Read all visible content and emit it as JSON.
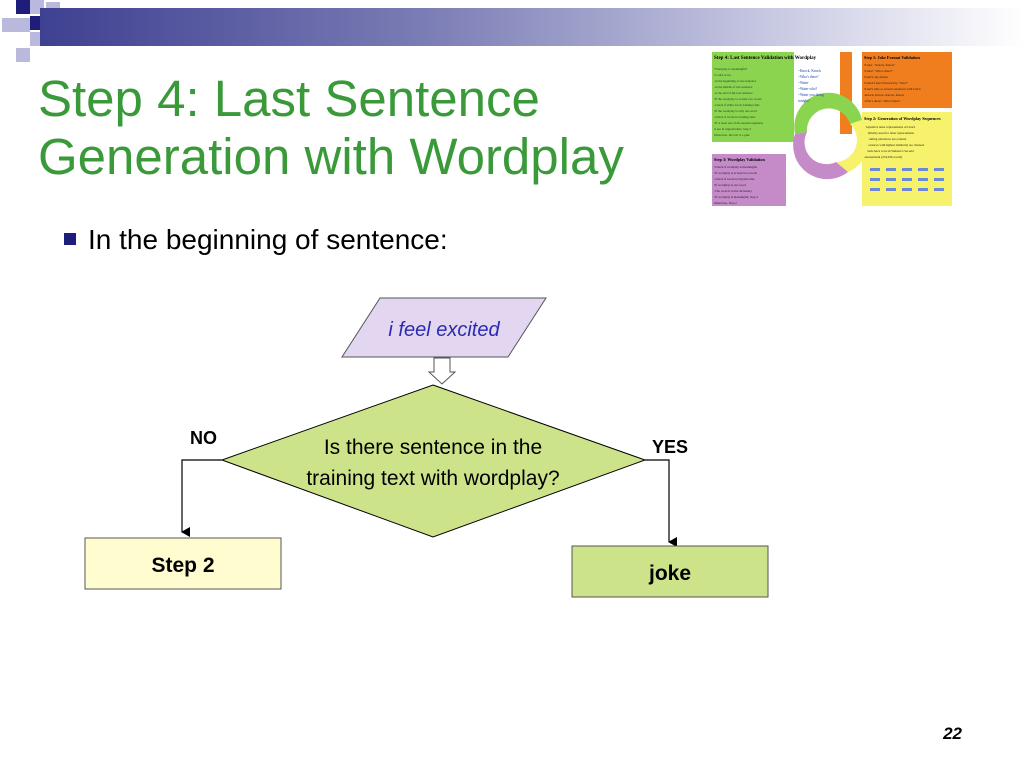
{
  "title_lines": [
    "Step 4: Last Sentence",
    "Generation with Wordplay"
  ],
  "bullet": "In the beginning of sentence:",
  "flowchart": {
    "input": "i feel excited",
    "decision_line1": "Is there sentence in the",
    "decision_line2": "training text with wordplay?",
    "no_label": "NO",
    "yes_label": "YES",
    "no_box": "Step 2",
    "yes_box": "joke"
  },
  "thumbnail": {
    "step4_title": "Step 4: Last Sentence Validation with Wordplay",
    "step1_title": "Step 1: Joke Format Validation",
    "step2_title": "Step 2: Generation of Wordplay Sequences",
    "step3_title": "Step 3: Wordplay Validation",
    "center_dialog": [
      "~Knock, Knock",
      "~Who's there?",
      "~Water",
      "~Water who?",
      "~Water you doing",
      "tonight?"
    ]
  },
  "page_number": "22",
  "colors": {
    "title_green": "#3a9a3a",
    "parallelogram": "#e3d6f0",
    "decision_fill": "#cce38a",
    "step2_fill": "#fffdd0",
    "joke_fill": "#cce38a",
    "input_text": "#2a2ab0"
  }
}
